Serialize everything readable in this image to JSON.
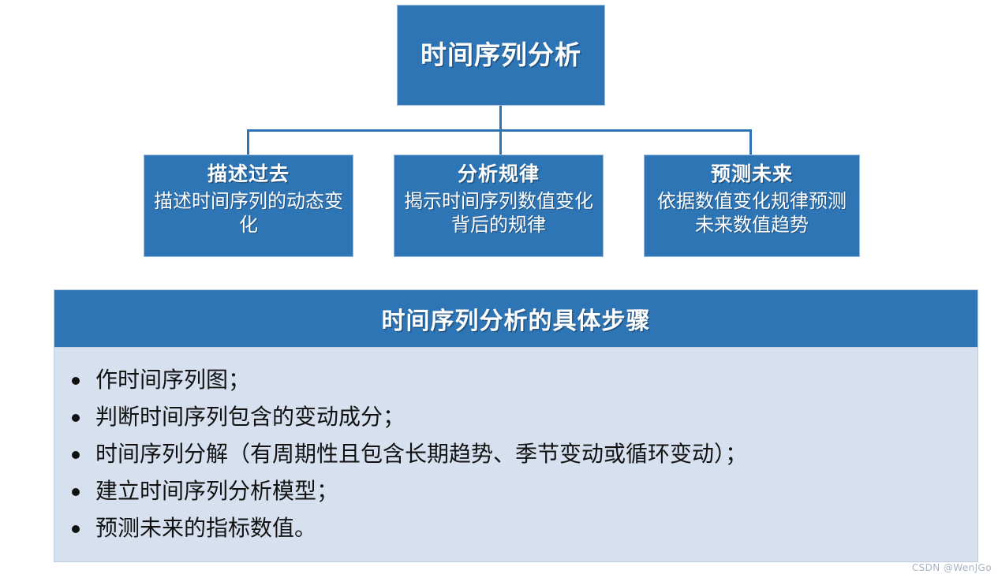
{
  "slide": {
    "root": {
      "title": "时间序列分析"
    },
    "branches": [
      {
        "title": "描述过去",
        "body": "描述时间序列的动态变化"
      },
      {
        "title": "分析规律",
        "body": "揭示时间序列数值变化背后的规律"
      },
      {
        "title": "预测未来",
        "body": "依据数值变化规律预测未来数值趋势"
      }
    ],
    "steps_panel": {
      "header": "时间序列分析的具体步骤",
      "items": [
        "作时间序列图；",
        "判断时间序列包含的变动成分；",
        "时间序列分解（有周期性且包含长期趋势、季节变动或循环变动）；",
        "建立时间序列分析模型；",
        "预测未来的指标数值。"
      ]
    },
    "watermark": "CSDN @WenJGo",
    "colors": {
      "accent_blue": "#2E75B6",
      "panel_body": "#D7E0EF",
      "text_white": "#FFFFFF",
      "text_dark": "#121212"
    }
  }
}
